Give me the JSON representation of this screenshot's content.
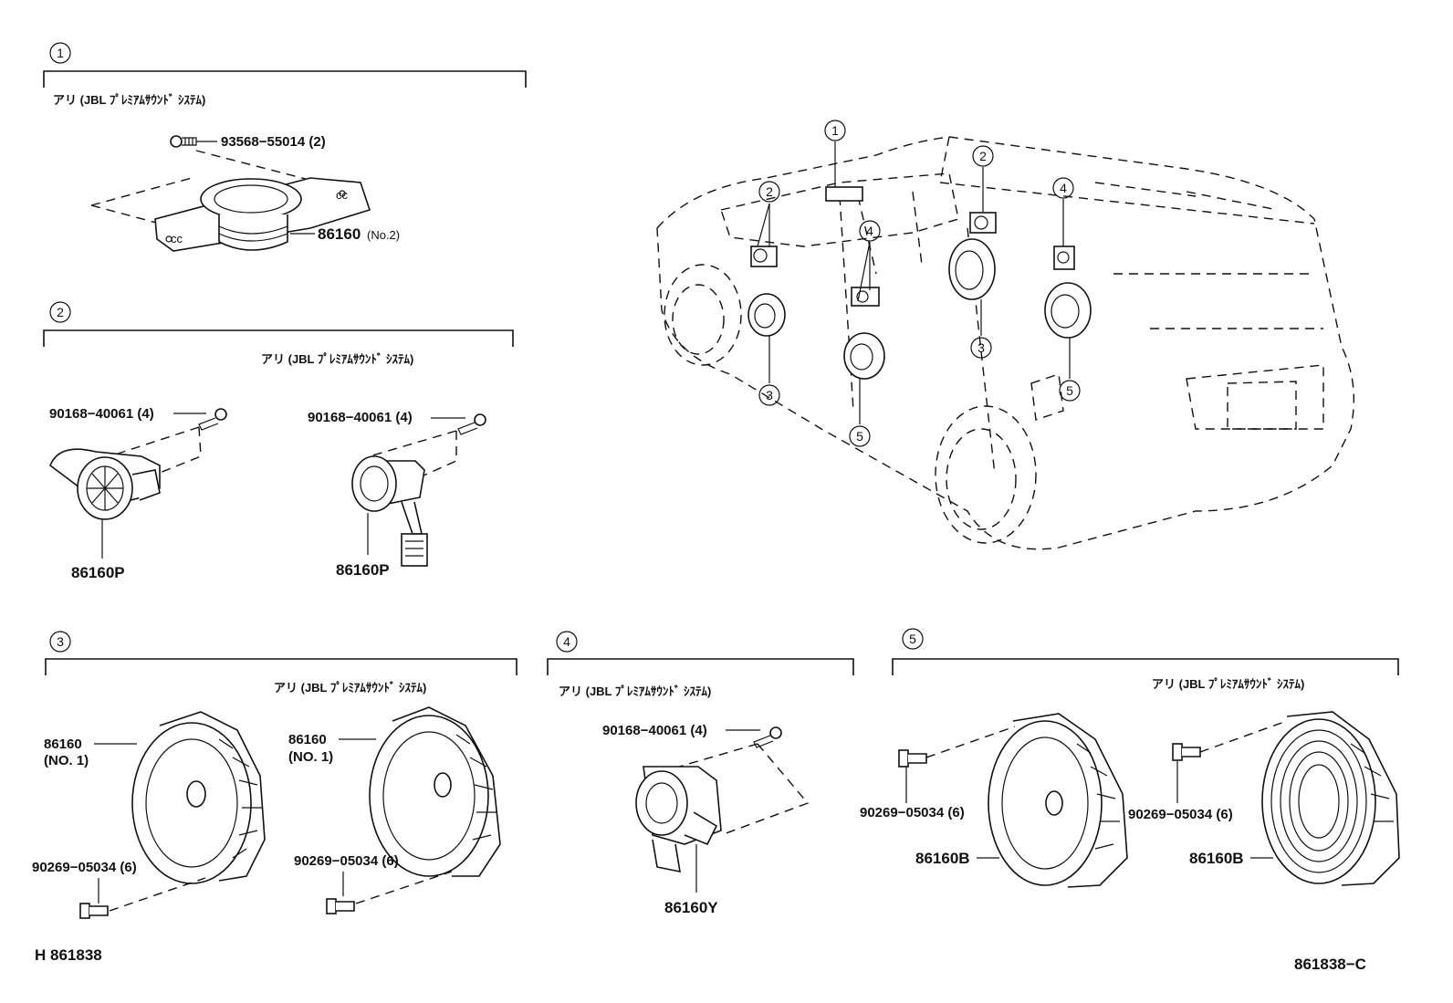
{
  "sections": [
    {
      "num": "1",
      "option": "アリ (JBL ﾌﾟﾚﾐｱﾑｻｳﾝﾄﾞ ｼｽﾃﾑ)"
    },
    {
      "num": "2",
      "option": "アリ (JBL ﾌﾟﾚﾐｱﾑｻｳﾝﾄﾞ ｼｽﾃﾑ)"
    },
    {
      "num": "3",
      "option": "アリ (JBL ﾌﾟﾚﾐｱﾑｻｳﾝﾄﾞ ｼｽﾃﾑ)"
    },
    {
      "num": "4",
      "option": "アリ (JBL ﾌﾟﾚﾐｱﾑｻｳﾝﾄﾞ ｼｽﾃﾑ)"
    },
    {
      "num": "5",
      "option": "アリ (JBL ﾌﾟﾚﾐｱﾑｻｳﾝﾄﾞ ｼｽﾃﾑ)"
    }
  ],
  "parts": {
    "screw_1": "93568−55014 (2)",
    "speaker_1": "86160",
    "speaker_1_sub": "(No.2)",
    "screw_2a": "90168−40061 (4)",
    "screw_2b": "90168−40061 (4)",
    "tweeter_2a": "86160P",
    "tweeter_2b": "86160P",
    "speaker_3a": "86160",
    "speaker_3a_sub": "(NO. 1)",
    "speaker_3b": "86160",
    "speaker_3b_sub": "(NO. 1)",
    "rivet_3a": "90269−05034 (6)",
    "rivet_3b": "90269−05034 (6)",
    "screw_4": "90168−40061 (4)",
    "tweeter_4": "86160Y",
    "rivet_5a": "90269−05034 (6)",
    "rivet_5b": "90269−05034 (6)",
    "speaker_5a": "86160B",
    "speaker_5b": "86160B"
  },
  "car_callouts": [
    "1",
    "2",
    "2",
    "3",
    "3",
    "4",
    "4",
    "5",
    "5"
  ],
  "footer": {
    "left": "H 861838",
    "right": "861838−C"
  }
}
